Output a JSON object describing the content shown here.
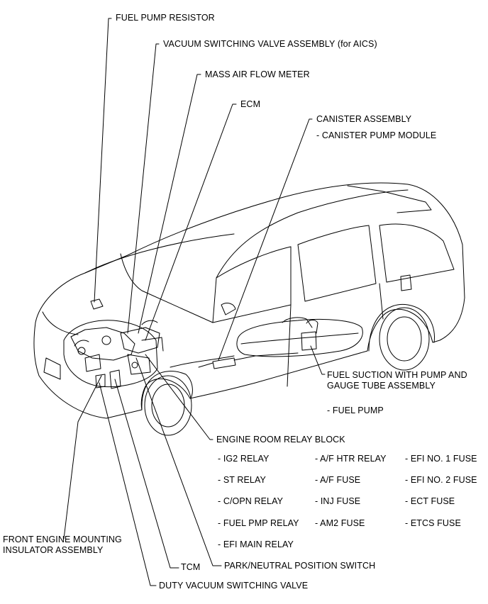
{
  "labels": {
    "fuel_pump_resistor": "FUEL PUMP RESISTOR",
    "vacuum_switching_valve": "VACUUM SWITCHING VALVE ASSEMBLY (for AICS)",
    "mass_air_flow_meter": "MASS AIR FLOW METER",
    "ecm": "ECM",
    "canister_assembly": "CANISTER ASSEMBLY",
    "canister_pump_module": "- CANISTER PUMP MODULE",
    "fuel_suction_line1": "FUEL SUCTION WITH PUMP AND",
    "fuel_suction_line2": "GAUGE TUBE ASSEMBLY",
    "fuel_pump": "- FUEL PUMP",
    "engine_room_relay_block": "ENGINE ROOM RELAY BLOCK",
    "front_engine_mount_line1": "FRONT ENGINE MOUNTING",
    "front_engine_mount_line2": "INSULATOR ASSEMBLY",
    "tcm": "TCM",
    "park_neutral_switch": "PARK/NEUTRAL POSITION SWITCH",
    "duty_vacuum_switching_valve": "DUTY VACUUM SWITCHING VALVE"
  },
  "relay_block_items": {
    "col1": [
      "- IG2 RELAY",
      "- ST RELAY",
      "- C/OPN RELAY",
      "- FUEL PMP RELAY",
      "- EFI MAIN RELAY"
    ],
    "col2": [
      "- A/F HTR RELAY",
      "- A/F FUSE",
      "- INJ FUSE",
      "- AM2 FUSE"
    ],
    "col3": [
      "- EFI NO. 1 FUSE",
      "- EFI NO. 2 FUSE",
      "- ECT FUSE",
      "- ETCS FUSE"
    ]
  }
}
